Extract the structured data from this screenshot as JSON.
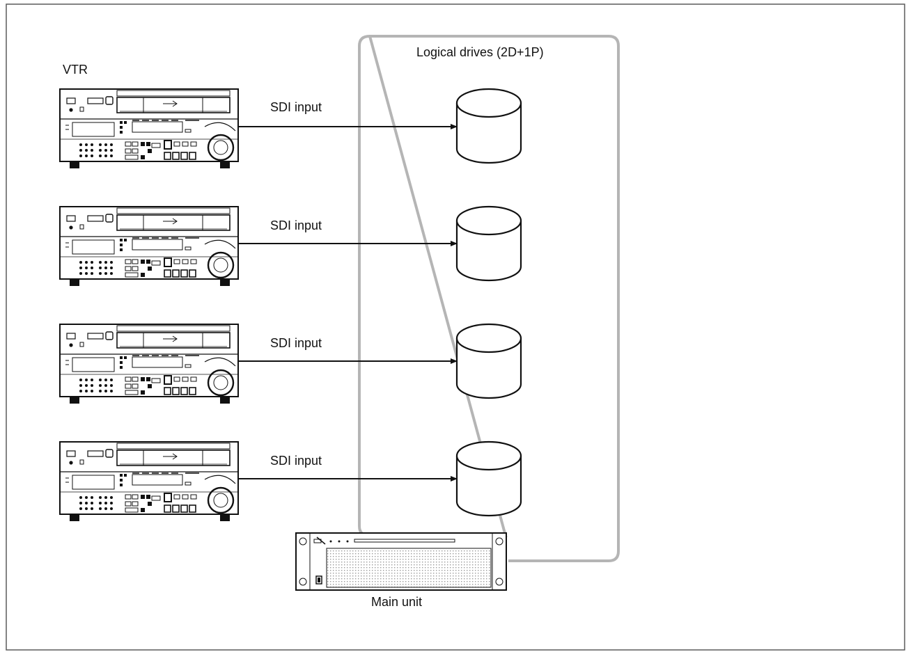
{
  "diagram": {
    "vtr_label": "VTR",
    "group_label": "Logical drives (2D+1P)",
    "main_unit_label": "Main unit",
    "connections": [
      {
        "label": "SDI input"
      },
      {
        "label": "SDI input"
      },
      {
        "label": "SDI input"
      },
      {
        "label": "SDI input"
      }
    ]
  },
  "colors": {
    "line": "#111111",
    "group_border": "#b5b5b5",
    "frame": "#5a5a5a"
  }
}
